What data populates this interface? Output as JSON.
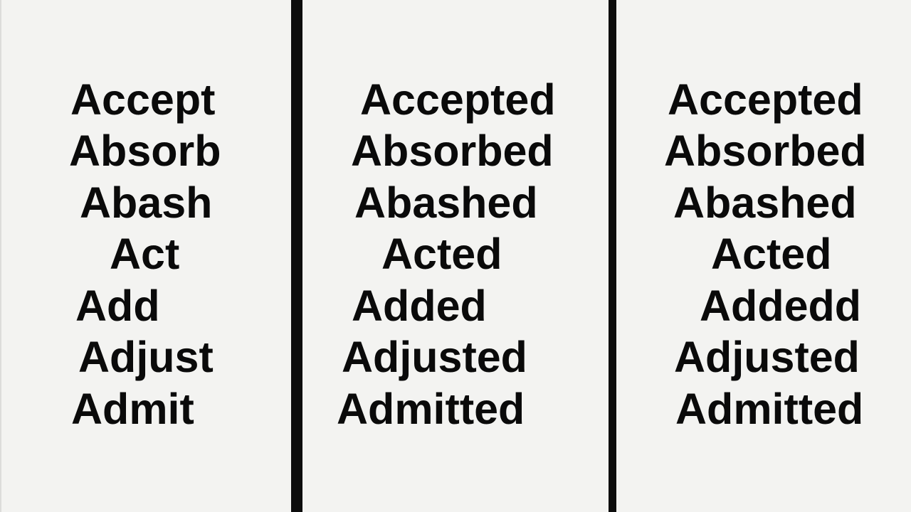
{
  "columns": [
    {
      "words": [
        "Accept",
        "Absorb",
        "Abash",
        "Act",
        "Add",
        "Adjust",
        "Admit"
      ]
    },
    {
      "words": [
        "Accepted",
        "Absorbed",
        "Abashed",
        "Acted",
        "Added",
        "Adjusted",
        "Admitted"
      ]
    },
    {
      "words": [
        "Accepted",
        "Absorbed",
        "Abashed",
        "Acted",
        "Addedd",
        "Adjusted",
        "Admitted"
      ]
    }
  ],
  "colors": {
    "background": "#f3f3f1",
    "text": "#0a0a0a",
    "divider": "#0d0d0d"
  }
}
